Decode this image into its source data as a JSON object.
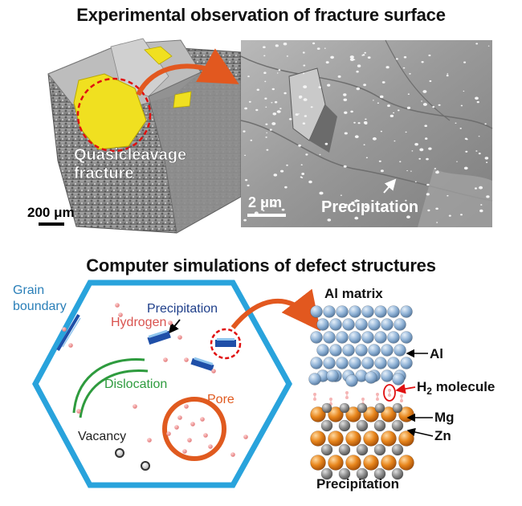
{
  "titles": {
    "top": "Experimental observation of fracture surface",
    "bottom": "Computer simulations of defect structures"
  },
  "fracture": {
    "label_line1": "Quasicleavage",
    "label_line2": "fracture",
    "scale_3d": "200 μm",
    "scale_sem": "2 μm",
    "precipitation": "Precipitation"
  },
  "grain_diagram": {
    "grain_boundary_line1": "Grain",
    "grain_boundary_line2": "boundary",
    "precipitation": "Precipitation",
    "hydrogen": "Hydrogen",
    "dislocation": "Dislocation",
    "pore": "Pore",
    "vacancy": "Vacancy"
  },
  "atomic": {
    "matrix": "Al matrix",
    "al": "Al",
    "h2_prefix": "H",
    "h2_sub": "2",
    "h2_suffix": " molecule",
    "mg": "Mg",
    "zn": "Zn",
    "precipitation": "Precipitation"
  },
  "colors": {
    "yellow": "#f0e020",
    "orange_arrow": "#e2581f",
    "hex_blue": "#29a3dc",
    "dislocation_green": "#2e9b3e",
    "pore_orange": "#e05a1f",
    "hydrogen_pink": "#f08a8a",
    "precip_blue": "#1f4fa8",
    "al_atom": "#8fb2d6",
    "mg_atom": "#e8861c",
    "zn_atom": "#8a8a8a",
    "h2_red": "#e01010"
  }
}
